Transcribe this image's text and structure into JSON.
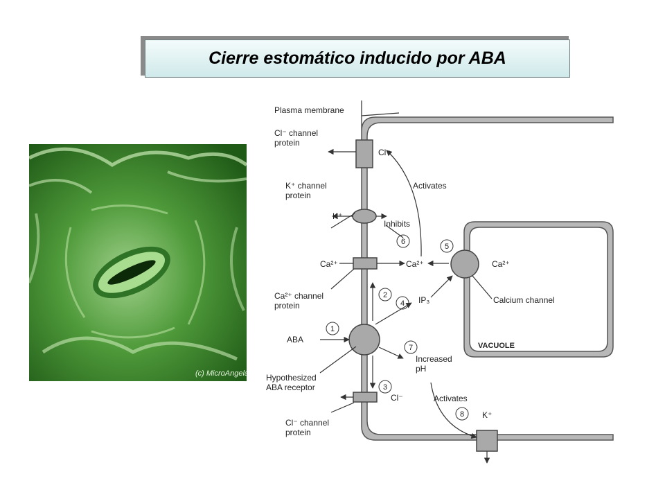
{
  "title": "Cierre estomático inducido por ABA",
  "photo": {
    "watermark": "(c) MicroAngela"
  },
  "diagram": {
    "plasma_membrane": "Plasma membrane",
    "cl_channel_top": [
      "Cl⁻ channel",
      "protein"
    ],
    "cl_top": "Cl⁻",
    "activates_1": "Activates",
    "k_channel": [
      "K⁺ channel",
      "protein"
    ],
    "k_plus": "K⁺",
    "inhibits": "Inhibits",
    "ca_left": "Ca²⁺",
    "ca_mid": "Ca²⁺",
    "ca_right": "Ca²⁺",
    "ca_channel": [
      "Ca²⁺ channel",
      "protein"
    ],
    "ip3": "IP₃",
    "calcium_channel": "Calcium channel",
    "aba": "ABA",
    "vacuole": "VACUOLE",
    "increased_ph": [
      "Increased",
      "pH"
    ],
    "hyp_receptor": [
      "Hypothesized",
      "ABA receptor"
    ],
    "cl_bottom": "Cl⁻",
    "activates_2": "Activates",
    "k_bottom": "K⁺",
    "cl_channel_bottom": [
      "Cl⁻ channel",
      "protein"
    ],
    "steps": [
      "1",
      "2",
      "3",
      "4",
      "5",
      "6",
      "7",
      "8"
    ]
  }
}
